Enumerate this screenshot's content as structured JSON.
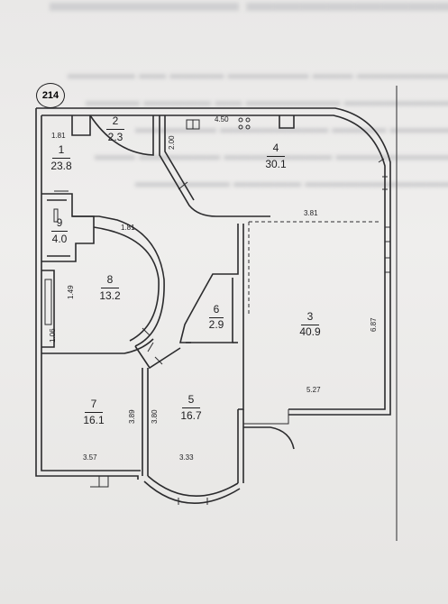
{
  "apartment_number": "214",
  "rooms": [
    {
      "number": "1",
      "area": "23.8"
    },
    {
      "number": "2",
      "area": "2.3"
    },
    {
      "number": "3",
      "area": "40.9"
    },
    {
      "number": "4",
      "area": "30.1"
    },
    {
      "number": "5",
      "area": "16.7"
    },
    {
      "number": "6",
      "area": "2.9"
    },
    {
      "number": "7",
      "area": "16.1"
    },
    {
      "number": "8",
      "area": "13.2"
    },
    {
      "number": "9",
      "area": "4.0"
    }
  ],
  "dimensions": {
    "d_1_81_top": "1.81",
    "d_4_50": "4.50",
    "d_2_00": "2.00",
    "d_1_81_mid": "1.81",
    "d_3_81": "3.81",
    "d_1_49": "1.49",
    "d_1_06": "1.06",
    "d_6_87": "6.87",
    "d_5_27": "5.27",
    "d_3_89": "3.89",
    "d_3_80": "3.80",
    "d_3_57": "3.57",
    "d_3_33": "3.33"
  }
}
